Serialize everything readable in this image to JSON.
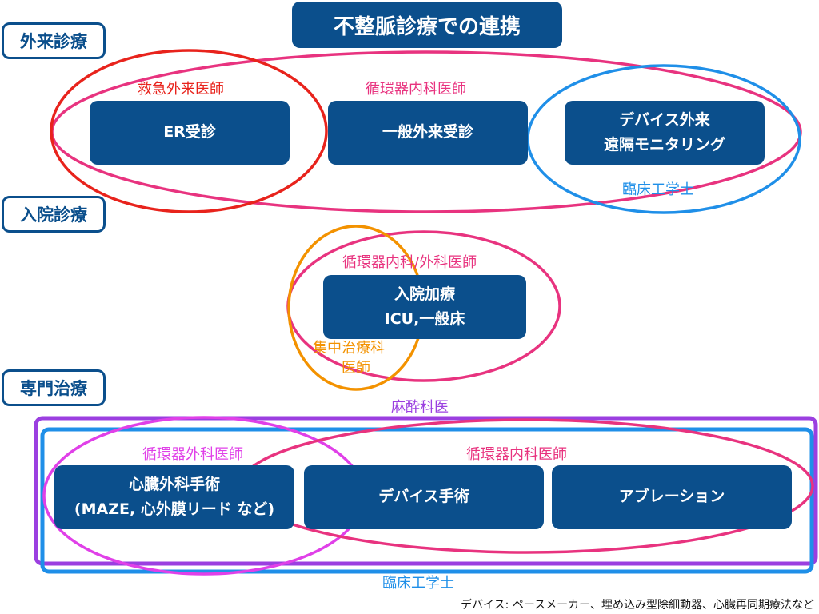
{
  "title": "不整脈診療での連携",
  "sections": {
    "outpatient": "外来診療",
    "inpatient": "入院診療",
    "specialized": "専門治療"
  },
  "nodes": {
    "er_visit": "ER受診",
    "general_outpatient": "一般外来受診",
    "device_outpatient_l1": "デバイス外来",
    "device_outpatient_l2": "遠隔モニタリング",
    "inpatient_l1": "入院加療",
    "inpatient_l2": "ICU,一般床",
    "cardiac_surgery_l1": "心臓外科手術",
    "cardiac_surgery_l2": "(MAZE, 心外膜リード など)",
    "device_surgery": "デバイス手術",
    "ablation": "アブレーション"
  },
  "roles": {
    "emergency_physician": "救急外来医師",
    "cardiologist_outpatient": "循環器内科医師",
    "clinical_engineer_outpatient": "臨床工学士",
    "cardio_medical_surgical": "循環器内科/外科医師",
    "intensive_care_l1": "集中治療科",
    "intensive_care_l2": "医師",
    "anesthesiologist": "麻酔科医",
    "cardiac_surgeon": "循環器外科医師",
    "cardiologist_specialized": "循環器内科医師",
    "clinical_engineer_specialized": "臨床工学士"
  },
  "colors": {
    "node": "#0b4f8c",
    "cardiology": "#e8337f",
    "emergency": "#e8231c",
    "clinical_engineer": "#1f8fe8",
    "intensive_care": "#f39200",
    "anesthesia": "#9b3fe0",
    "surgery": "#e040e8"
  },
  "footnote": "デバイス: ペースメーカー、埋め込み型除細動器、心臓再同期療法など"
}
